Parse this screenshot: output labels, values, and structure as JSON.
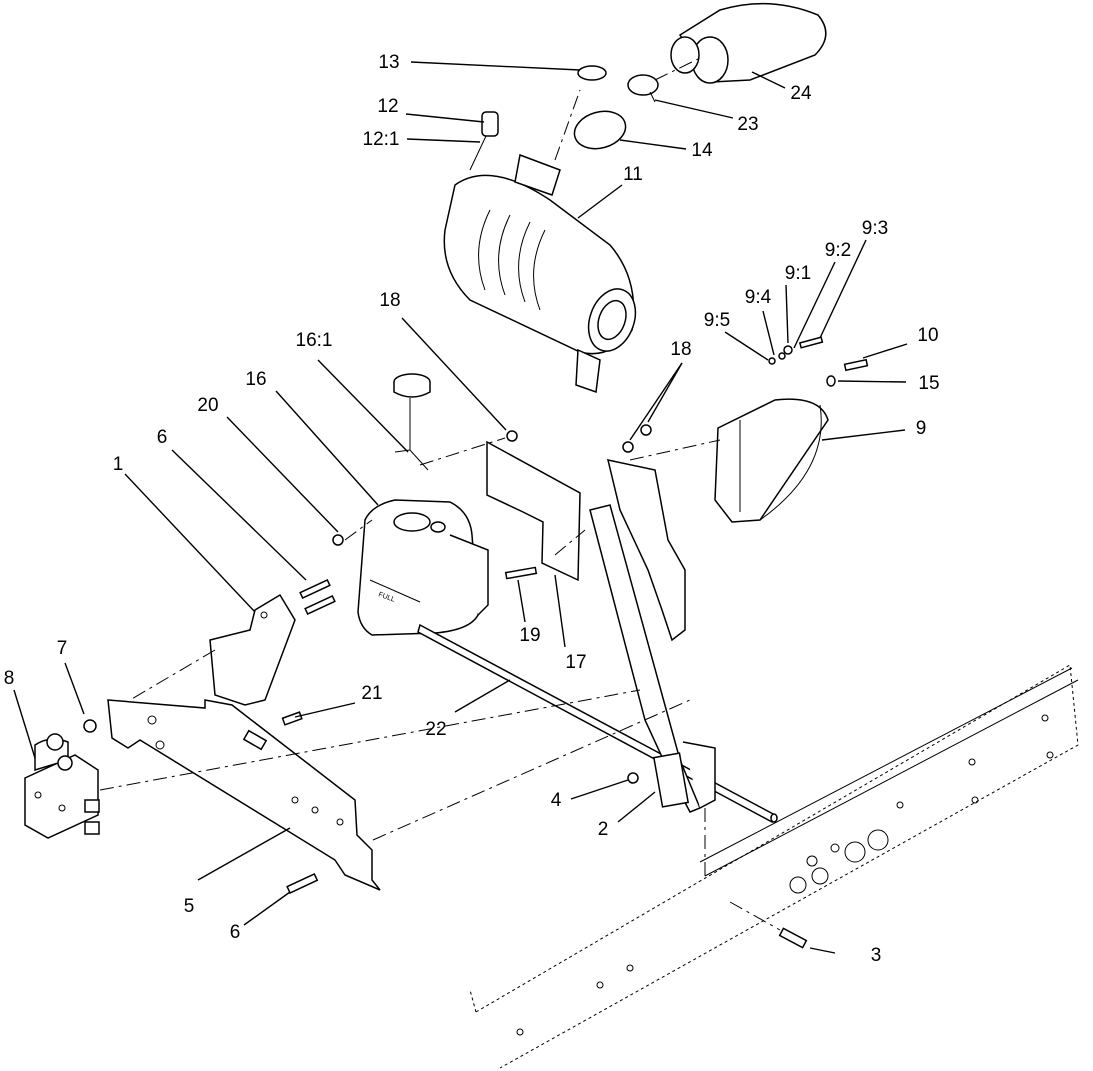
{
  "tank_marking": "FULL",
  "callouts": [
    {
      "id": "c-1",
      "text": "1"
    },
    {
      "id": "c-2",
      "text": "2"
    },
    {
      "id": "c-3",
      "text": "3"
    },
    {
      "id": "c-4",
      "text": "4"
    },
    {
      "id": "c-5",
      "text": "5"
    },
    {
      "id": "c-6a",
      "text": "6"
    },
    {
      "id": "c-6b",
      "text": "6"
    },
    {
      "id": "c-7",
      "text": "7"
    },
    {
      "id": "c-8",
      "text": "8"
    },
    {
      "id": "c-9",
      "text": "9"
    },
    {
      "id": "c-9-1",
      "text": "9:1"
    },
    {
      "id": "c-9-2",
      "text": "9:2"
    },
    {
      "id": "c-9-3",
      "text": "9:3"
    },
    {
      "id": "c-9-4",
      "text": "9:4"
    },
    {
      "id": "c-9-5",
      "text": "9:5"
    },
    {
      "id": "c-10",
      "text": "10"
    },
    {
      "id": "c-11",
      "text": "11"
    },
    {
      "id": "c-12",
      "text": "12"
    },
    {
      "id": "c-12-1",
      "text": "12:1"
    },
    {
      "id": "c-13",
      "text": "13"
    },
    {
      "id": "c-14",
      "text": "14"
    },
    {
      "id": "c-15",
      "text": "15"
    },
    {
      "id": "c-16",
      "text": "16"
    },
    {
      "id": "c-16-1",
      "text": "16:1"
    },
    {
      "id": "c-17",
      "text": "17"
    },
    {
      "id": "c-18a",
      "text": "18"
    },
    {
      "id": "c-18b",
      "text": "18"
    },
    {
      "id": "c-19",
      "text": "19"
    },
    {
      "id": "c-20",
      "text": "20"
    },
    {
      "id": "c-21",
      "text": "21"
    },
    {
      "id": "c-22",
      "text": "22"
    },
    {
      "id": "c-23",
      "text": "23"
    },
    {
      "id": "c-24",
      "text": "24"
    }
  ]
}
